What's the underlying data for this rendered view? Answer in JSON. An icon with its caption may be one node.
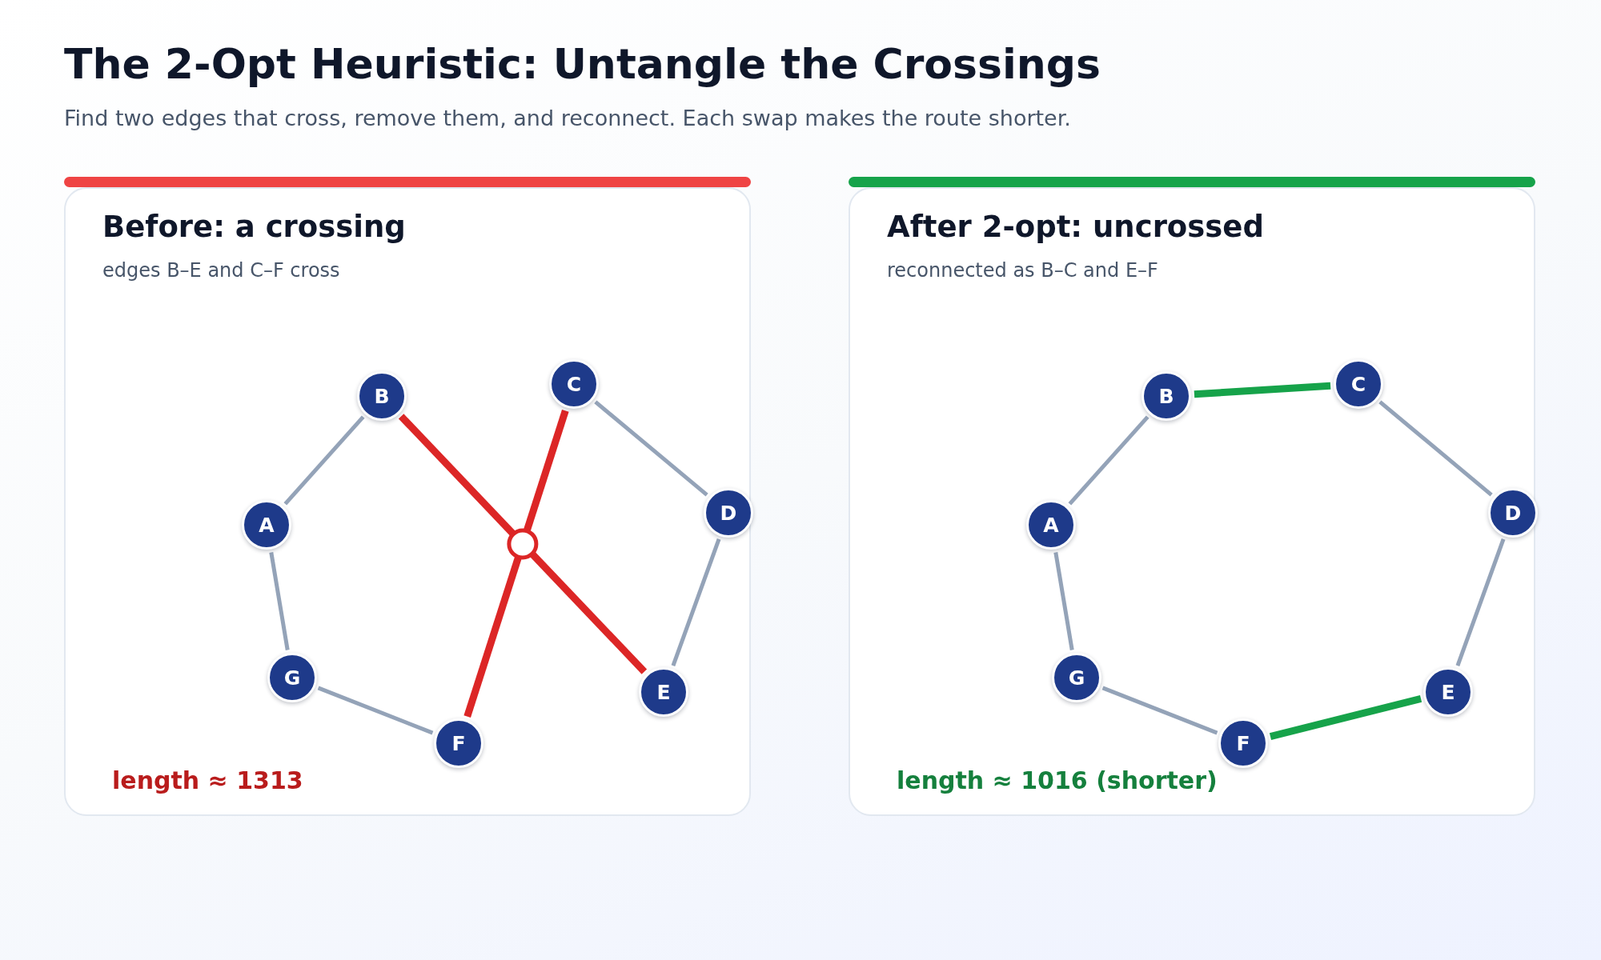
{
  "diagram": {
    "title": "The 2-Opt Heuristic: Untangle the Crossings",
    "caption": "Find two edges that cross, remove them, and reconnect. Each swap makes the route shorter.",
    "nodes": [
      {
        "text": [
          "Before: a crossing",
          "edges B–E and C–F cross",
          "length ≈ 1313"
        ]
      },
      {
        "text": [
          "A"
        ],
        "in": 0
      },
      {
        "text": [
          "B"
        ],
        "in": 0
      },
      {
        "text": [
          "C"
        ],
        "in": 0
      },
      {
        "text": [
          "D"
        ],
        "in": 0
      },
      {
        "text": [
          "E"
        ],
        "in": 0
      },
      {
        "text": [
          "F"
        ],
        "in": 0
      },
      {
        "text": [
          "G"
        ],
        "in": 0
      },
      {
        "text": [
          "After 2-opt: uncrossed",
          "reconnected as B–C and E–F",
          "length ≈ 1016 (shorter)"
        ]
      },
      {
        "text": [
          "A"
        ],
        "in": 8
      },
      {
        "text": [
          "B"
        ],
        "in": 8
      },
      {
        "text": [
          "C"
        ],
        "in": 8
      },
      {
        "text": [
          "D"
        ],
        "in": 8
      },
      {
        "text": [
          "E"
        ],
        "in": 8
      },
      {
        "text": [
          "F"
        ],
        "in": 8
      },
      {
        "text": [
          "G"
        ],
        "in": 8
      }
    ],
    "edges": [
      {
        "from": 1,
        "to": 2,
        "arrow": "none"
      },
      {
        "from": 2,
        "to": 5,
        "arrow": "none",
        "style": "thick",
        "color": "#dc2626"
      },
      {
        "from": 3,
        "to": 6,
        "arrow": "none",
        "style": "thick",
        "color": "#dc2626"
      },
      {
        "from": 3,
        "to": 4,
        "arrow": "none"
      },
      {
        "from": 4,
        "to": 5,
        "arrow": "none"
      },
      {
        "from": 6,
        "to": 7,
        "arrow": "none"
      },
      {
        "from": 7,
        "to": 1,
        "arrow": "none"
      },
      {
        "from": 9,
        "to": 10,
        "arrow": "none"
      },
      {
        "from": 10,
        "to": 11,
        "arrow": "none",
        "style": "thick",
        "color": "#16a34a"
      },
      {
        "from": 11,
        "to": 12,
        "arrow": "none"
      },
      {
        "from": 12,
        "to": 13,
        "arrow": "none"
      },
      {
        "from": 13,
        "to": 14,
        "arrow": "none",
        "style": "thick",
        "color": "#16a34a"
      },
      {
        "from": 14,
        "to": 15,
        "arrow": "none"
      },
      {
        "from": 15,
        "to": 9,
        "arrow": "none"
      }
    ]
  }
}
